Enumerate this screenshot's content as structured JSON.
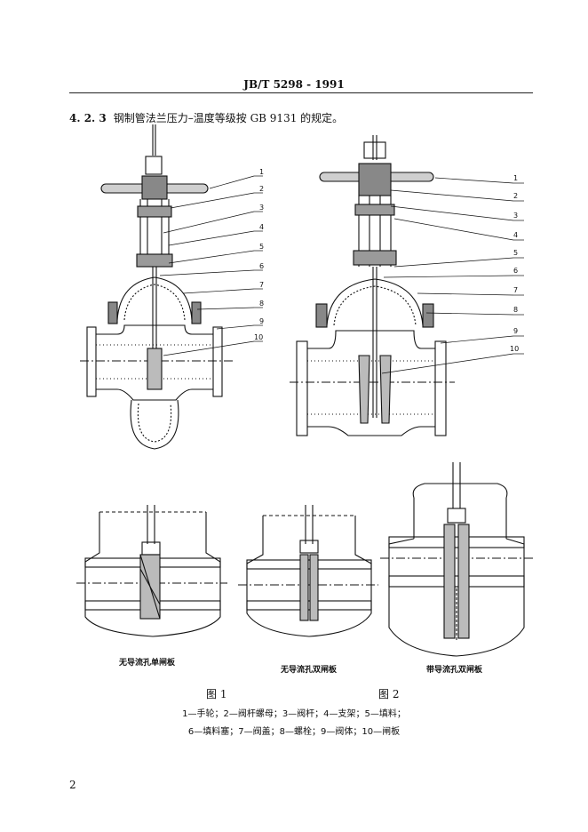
{
  "header": {
    "standard": "JB/T  5298 - 1991"
  },
  "clause": {
    "number": "4. 2. 3",
    "text": "钢制管法兰压力–温度等级按 GB 9131 的规定。"
  },
  "figure1_callouts": [
    "1",
    "2",
    "3",
    "4",
    "5",
    "6",
    "7",
    "8",
    "9",
    "10"
  ],
  "figure2_callouts": [
    "1",
    "2",
    "3",
    "4",
    "5",
    "6",
    "7",
    "8",
    "9",
    "10"
  ],
  "captions": {
    "left": "无导流孔单闸板",
    "middle": "无导流孔双闸板",
    "right": "带导流孔双闸板"
  },
  "figure_labels": {
    "fig1": "图 1",
    "fig2": "图 2"
  },
  "legend": {
    "line1": "1—手轮；2—阀杆螺母；3—阀杆；4—支架；5—填料；",
    "line2": "6—填料塞；7—阀盖；8—螺栓；9—阀体；10—闸板"
  },
  "page_number": "2"
}
